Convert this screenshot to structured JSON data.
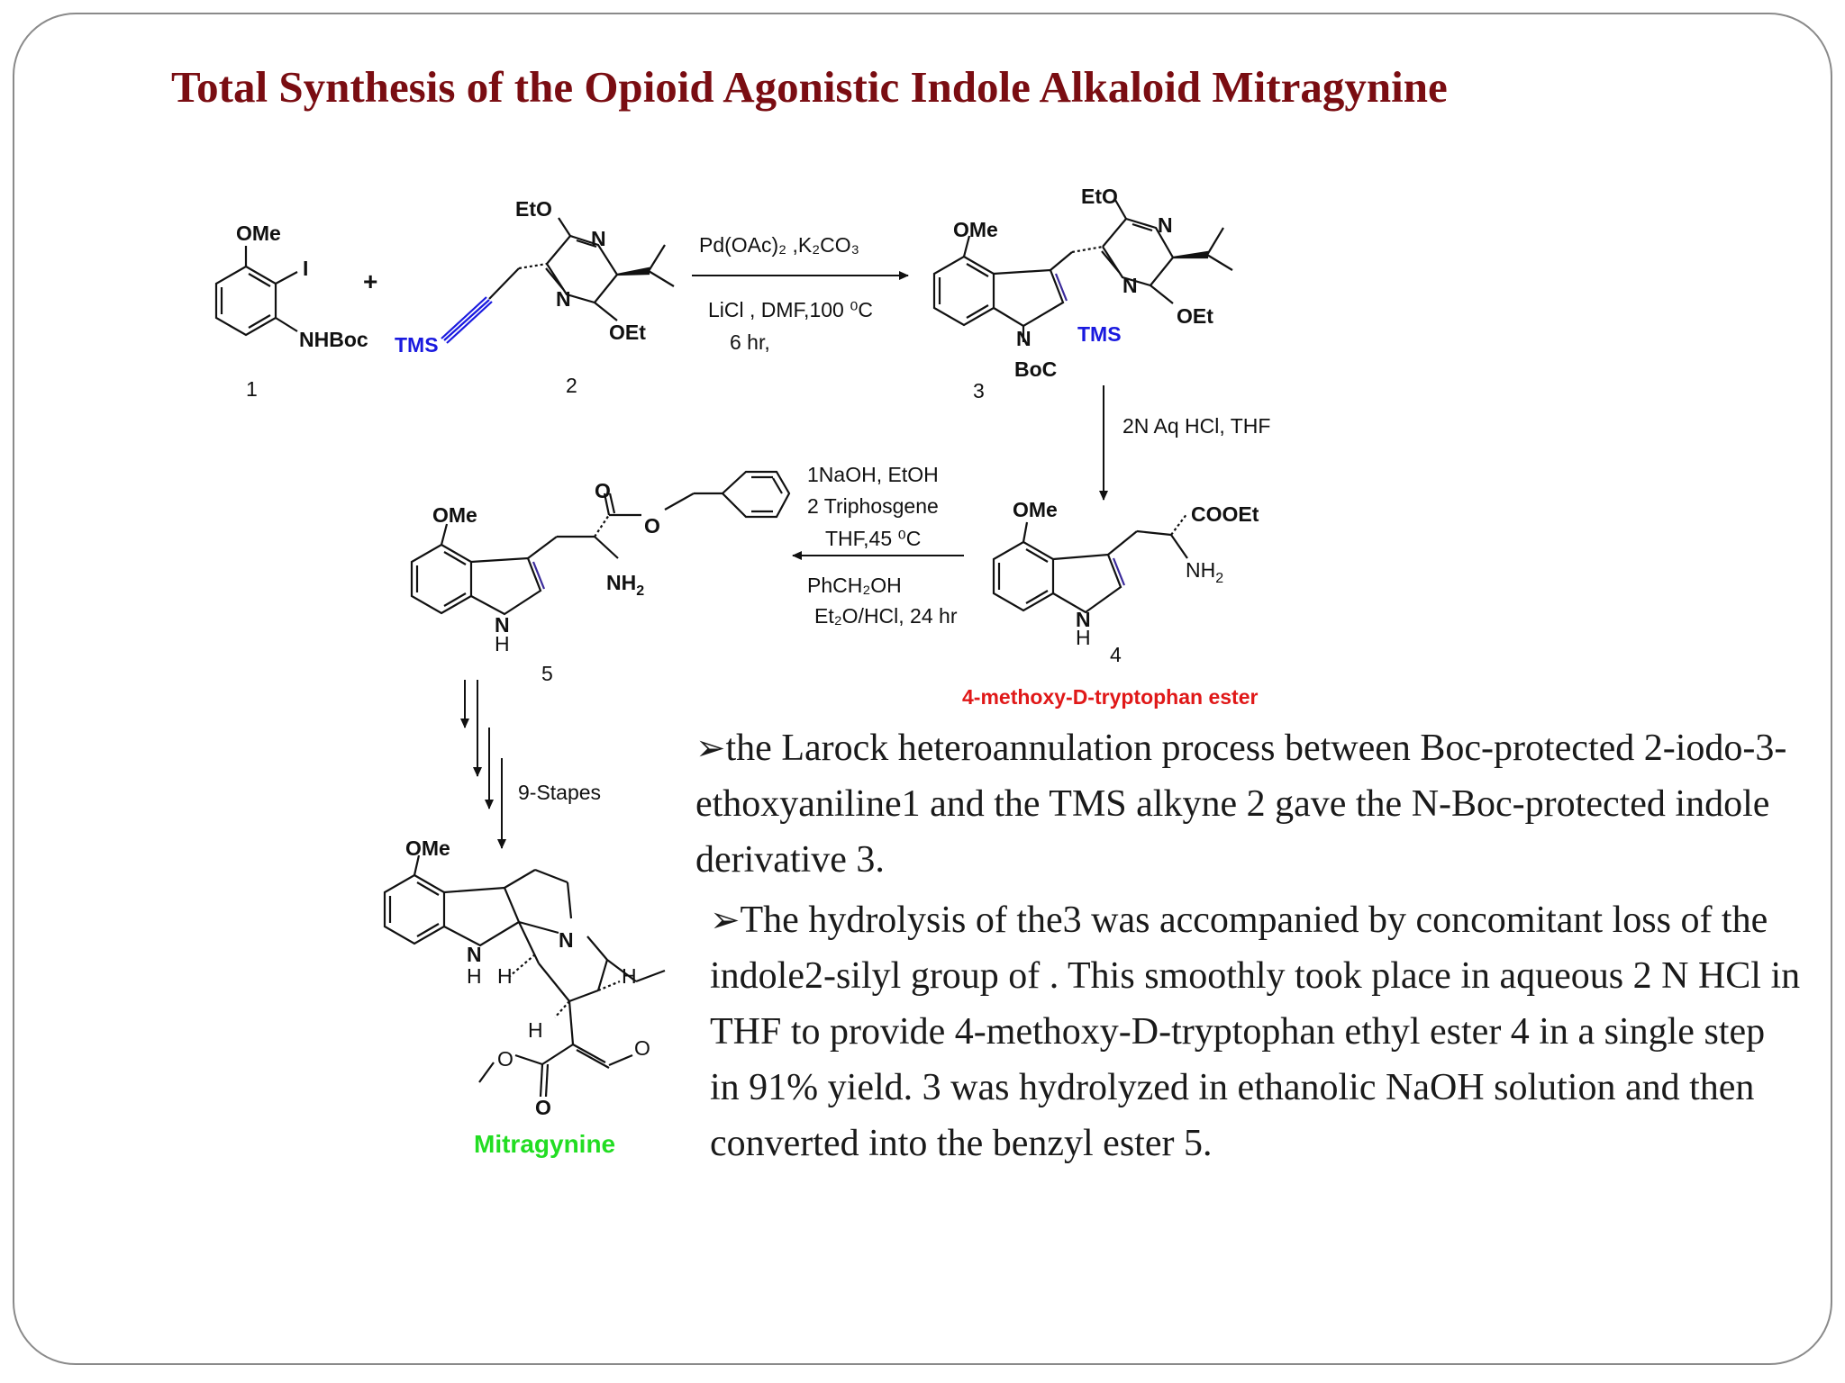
{
  "title": "Total Synthesis of the Opioid Agonistic Indole Alkaloid Mitragynine",
  "compounds": {
    "c1_ome": "OMe",
    "c1_i": "I",
    "c1_nhboc": "NHBoc",
    "c1_num": "1",
    "plus": "+",
    "c2_eto": "EtO",
    "c2_n1": "N",
    "c2_n2": "N",
    "c2_oet": "OEt",
    "c2_tms": "TMS",
    "c2_num": "2",
    "c3_ome": "OMe",
    "c3_eto": "EtO",
    "c3_n1": "N",
    "c3_n2": "N",
    "c3_oet": "OEt",
    "c3_tms": "TMS",
    "c3_nindole": "N",
    "c3_boc": "BoC",
    "c3_num": "3",
    "c4_ome": "OMe",
    "c4_cooet": "COOEt",
    "c4_nh2": "NH",
    "c4_nh2_sub": "2",
    "c4_n": "N",
    "c4_h": "H",
    "c4_num": "4",
    "c4_name": "4-methoxy-D-tryptophan ester",
    "c5_ome": "OMe",
    "c5_o1": "O",
    "c5_o2": "O",
    "c5_nh2": "NH",
    "c5_nh2_sub": "2",
    "c5_n": "N",
    "c5_h": "H",
    "c5_num": "5",
    "m_ome": "OMe",
    "m_n1": "N",
    "m_n2": "N",
    "m_h1": "H",
    "m_h2": "H",
    "m_h3": "H",
    "m_h4": "H",
    "m_o1": "O",
    "m_o2": "O",
    "m_o3": "O",
    "m_name": "Mitragynine"
  },
  "reagents": {
    "step1_line1": "Pd(OAc)₂ ,K₂CO₃",
    "step1_line2": "LiCl , DMF,100 ⁰C",
    "step1_line3": "6 hr,",
    "step2": "2N Aq HCl, THF",
    "step3_line1": "1NaOH, EtOH",
    "step3_line2": "2 Triphosgene",
    "step3_line3": "THF,45 ⁰C",
    "step3_line4": "PhCH₂OH",
    "step3_line5": "Et₂O/HCl, 24 hr",
    "step4": "9-Stapes"
  },
  "bullets": [
    "the Larock heteroannulation process between Boc-protected 2-iodo-3- ethoxyaniline1 and the TMS alkyne 2 gave the N-Boc-protected indole derivative 3.",
    "The hydrolysis of the3 was accompanied by concomitant loss of the indole2-silyl group of . This smoothly took place in aqueous 2 N HCl in THF to provide 4-methoxy-D-tryptophan ethyl ester 4 in a single step in 91% yield. 3 was hydrolyzed in ethanolic NaOH solution and then converted into the benzyl ester 5."
  ],
  "colors": {
    "title": "#7a0d12",
    "tms": "#1a1adf",
    "ester_label": "#e01818",
    "mitragynine_label": "#22dd22",
    "double_bond": "#3a2a9a"
  }
}
